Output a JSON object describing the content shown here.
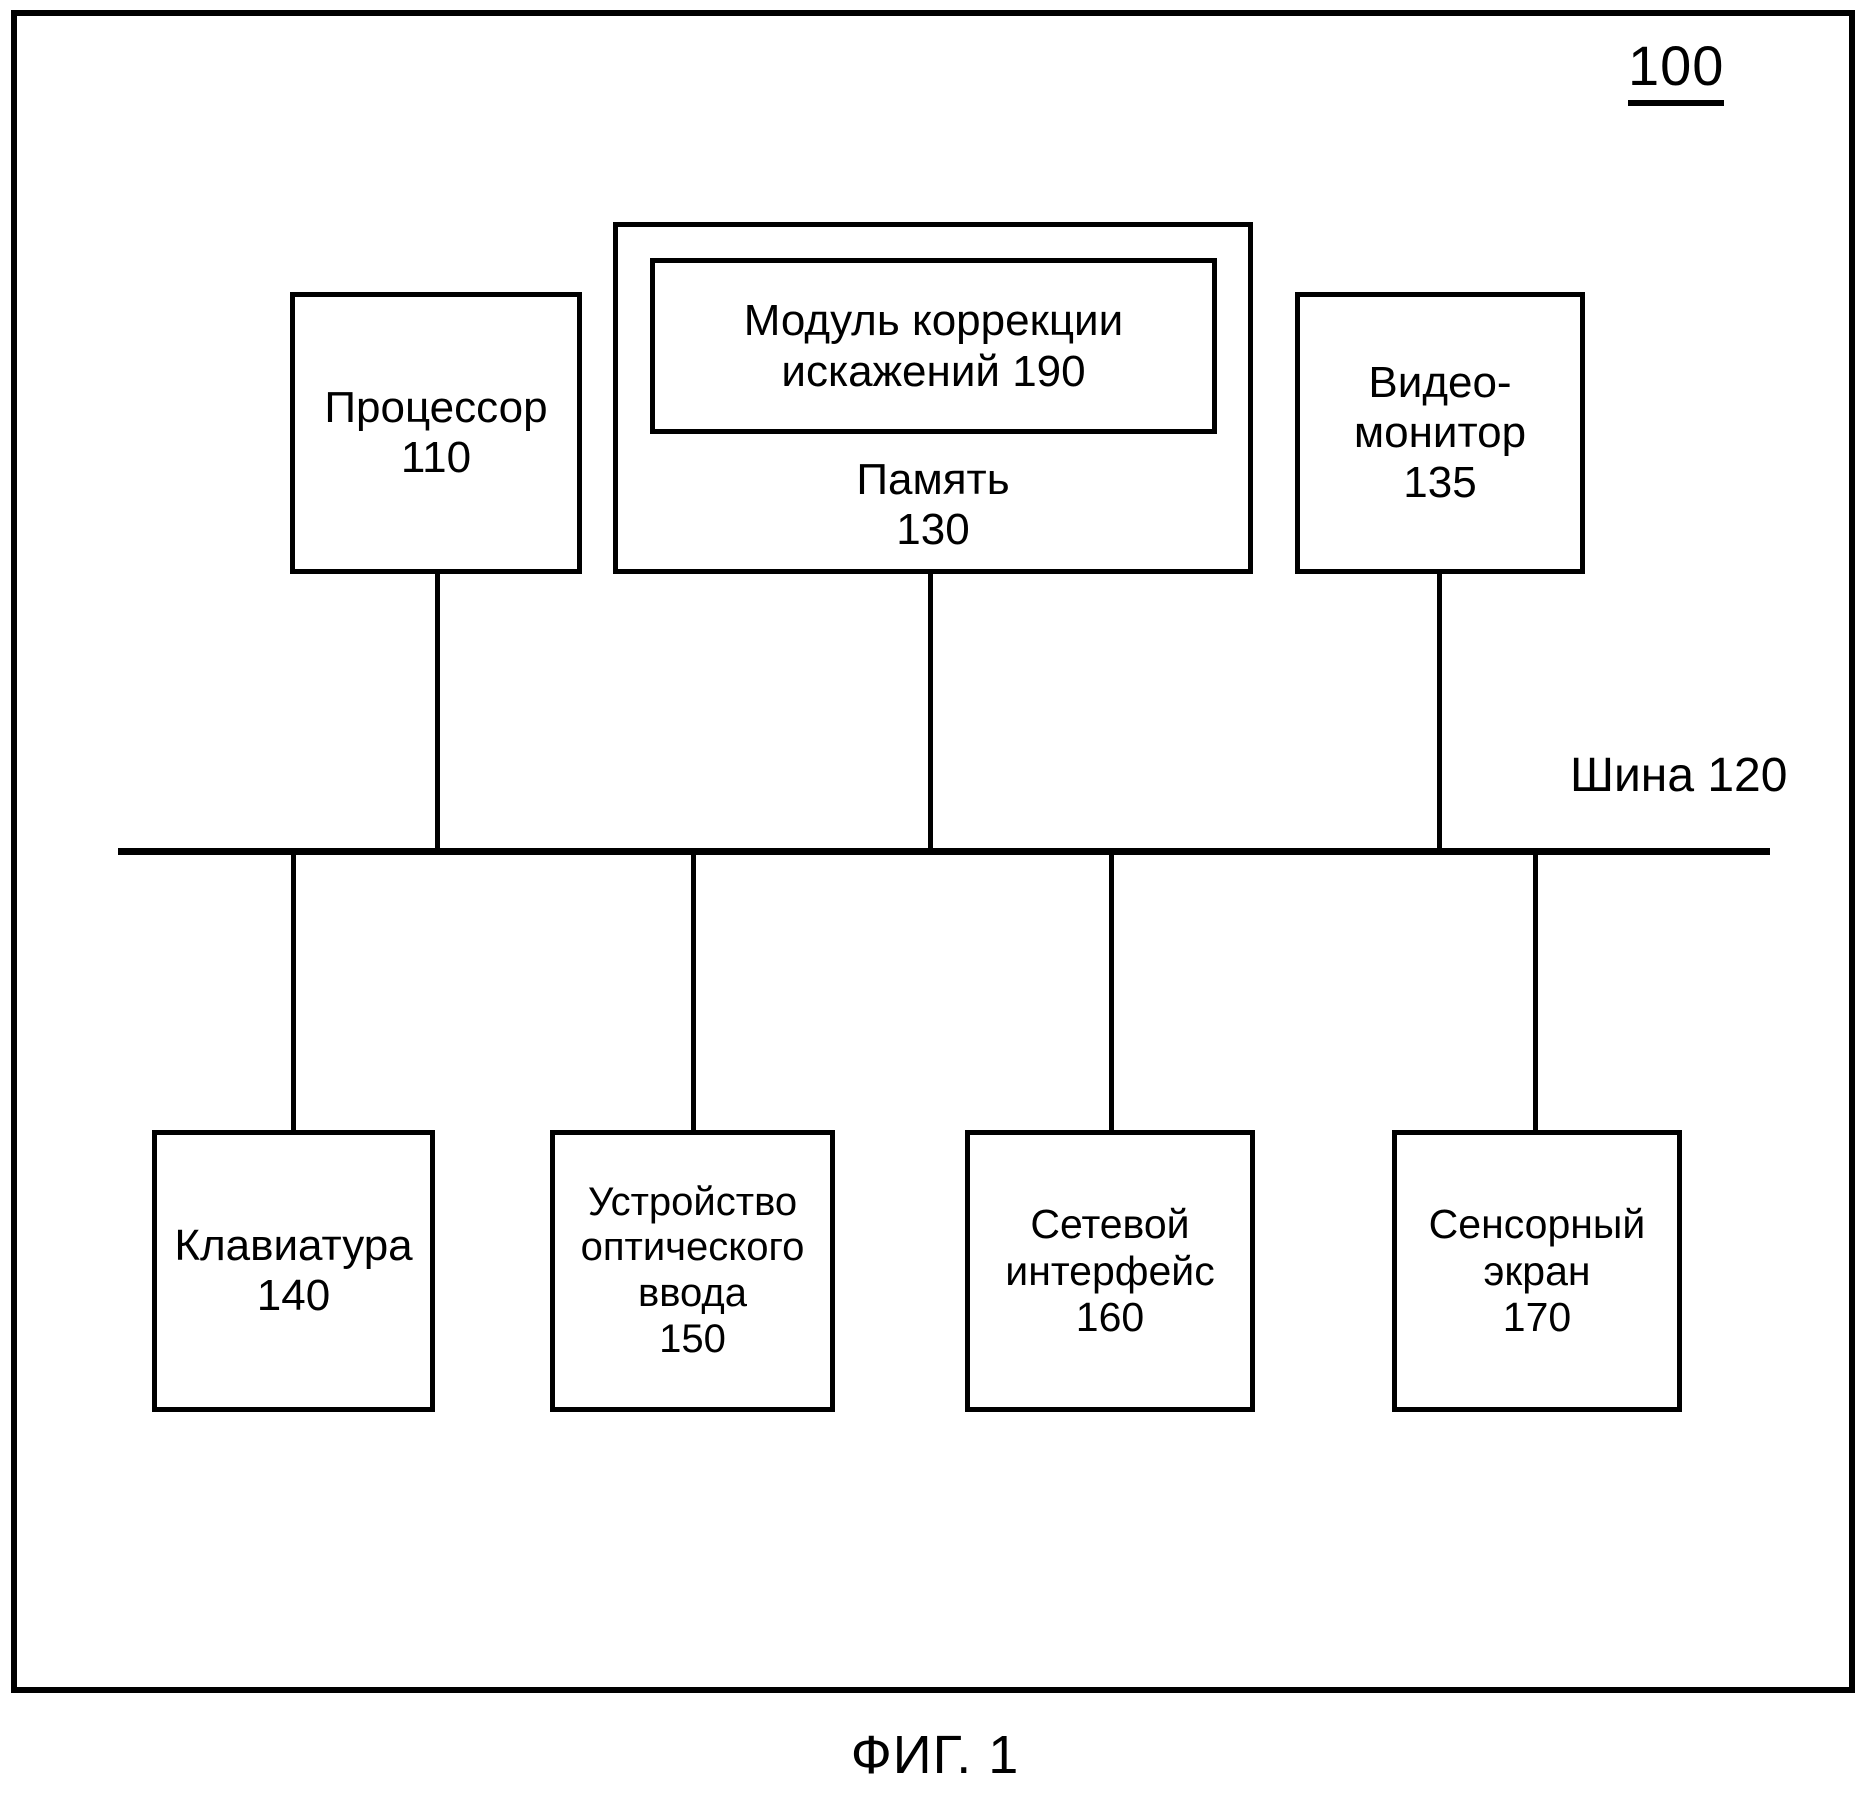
{
  "figure": {
    "caption": "ФИГ. 1",
    "system_reference": "100"
  },
  "bus": {
    "label": "Шина 120"
  },
  "blocks": {
    "processor": {
      "name": "Процессор",
      "ref": "110"
    },
    "memory": {
      "name": "Память",
      "ref": "130"
    },
    "distortion_module": {
      "line1": "Модуль коррекции",
      "line2": "искажений 190"
    },
    "video_monitor": {
      "line1": "Видео-",
      "line2": "монитор",
      "ref": "135"
    },
    "keyboard": {
      "name": "Клавиатура",
      "ref": "140"
    },
    "optical_input": {
      "line1": "Устройство",
      "line2": "оптического",
      "line3": "ввода",
      "ref": "150"
    },
    "network_interface": {
      "line1": "Сетевой",
      "line2": "интерфейс",
      "ref": "160"
    },
    "touch_screen": {
      "line1": "Сенсорный",
      "line2": "экран",
      "ref": "170"
    }
  },
  "colors": {
    "ink": "#000000",
    "paper": "#ffffff"
  }
}
